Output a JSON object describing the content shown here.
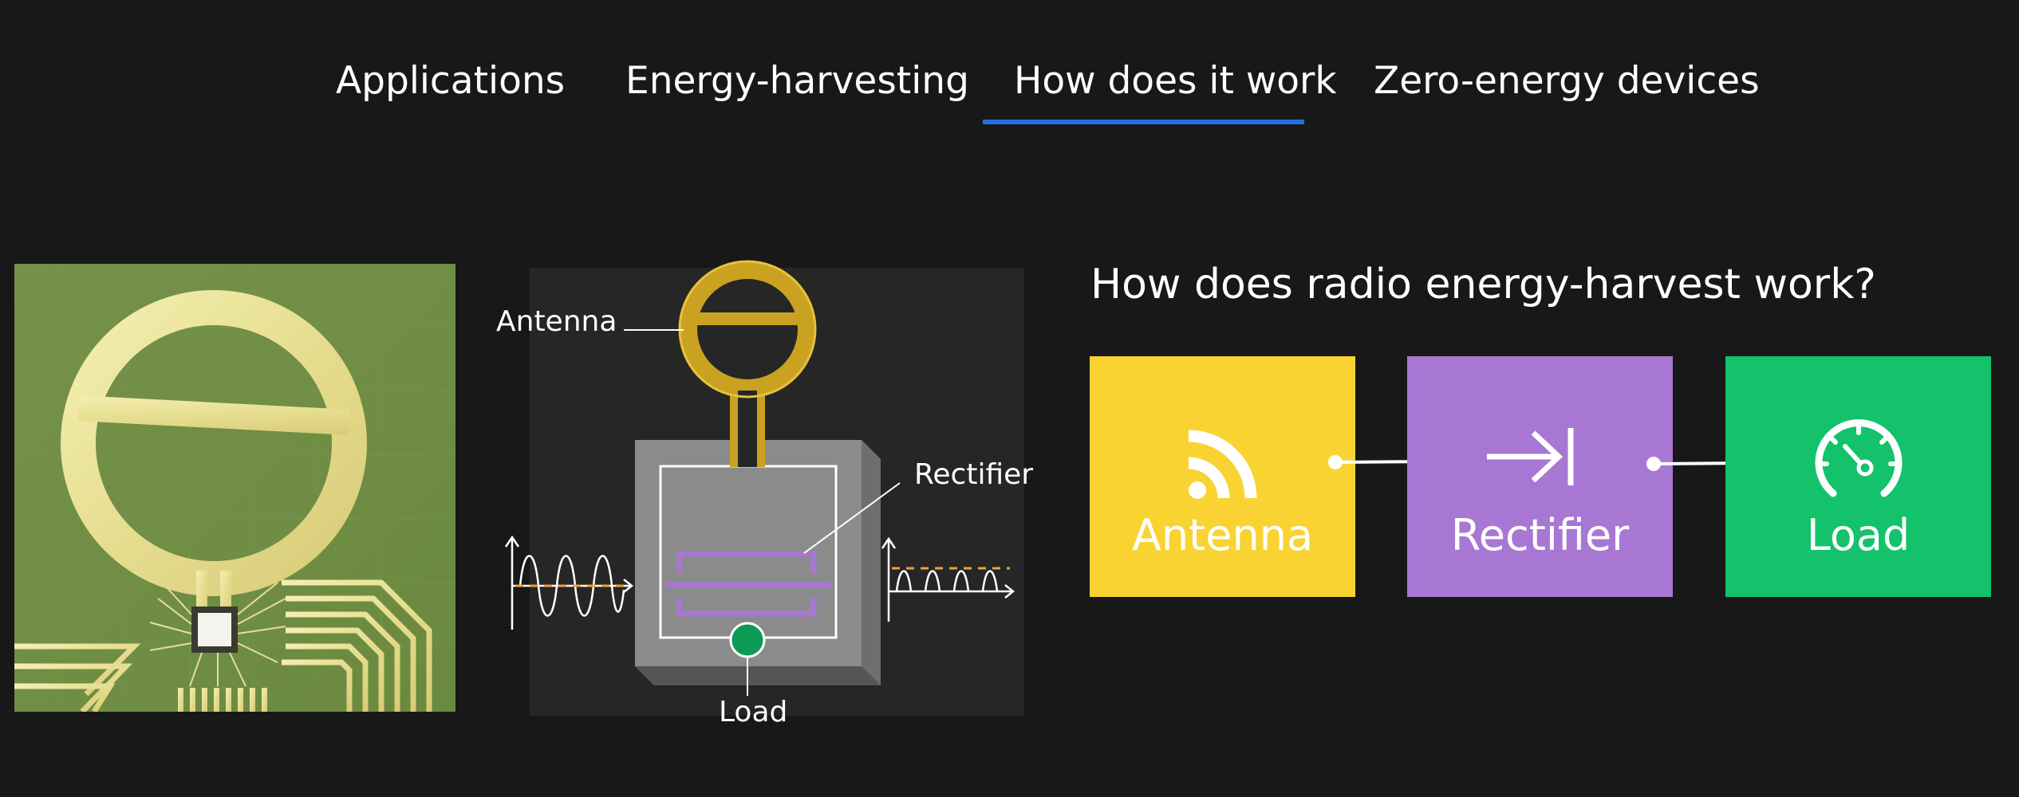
{
  "tabs": [
    {
      "label": "Applications"
    },
    {
      "label": "Energy-harvesting"
    },
    {
      "label": "How does it work"
    },
    {
      "label": "Zero-energy devices"
    }
  ],
  "active_tab": "How does it work",
  "colors": {
    "background": "#181818",
    "active_underline": "#1f6fe0",
    "antenna": "#f9d332",
    "rectifier": "#a877d3",
    "load": "#13c26b",
    "schematic_gold": "#e0b92a",
    "wave_marker": "#f2a22c"
  },
  "schematic": {
    "antenna_label": "Antenna",
    "rectifier_label": "Rectifier",
    "load_label": "Load"
  },
  "panel": {
    "heading": "How does radio energy-harvest work?",
    "blocks": [
      {
        "label": "Antenna",
        "icon": "wifi-icon"
      },
      {
        "label": "Rectifier",
        "icon": "rectifier-icon"
      },
      {
        "label": "Load",
        "icon": "gauge-icon"
      }
    ]
  }
}
